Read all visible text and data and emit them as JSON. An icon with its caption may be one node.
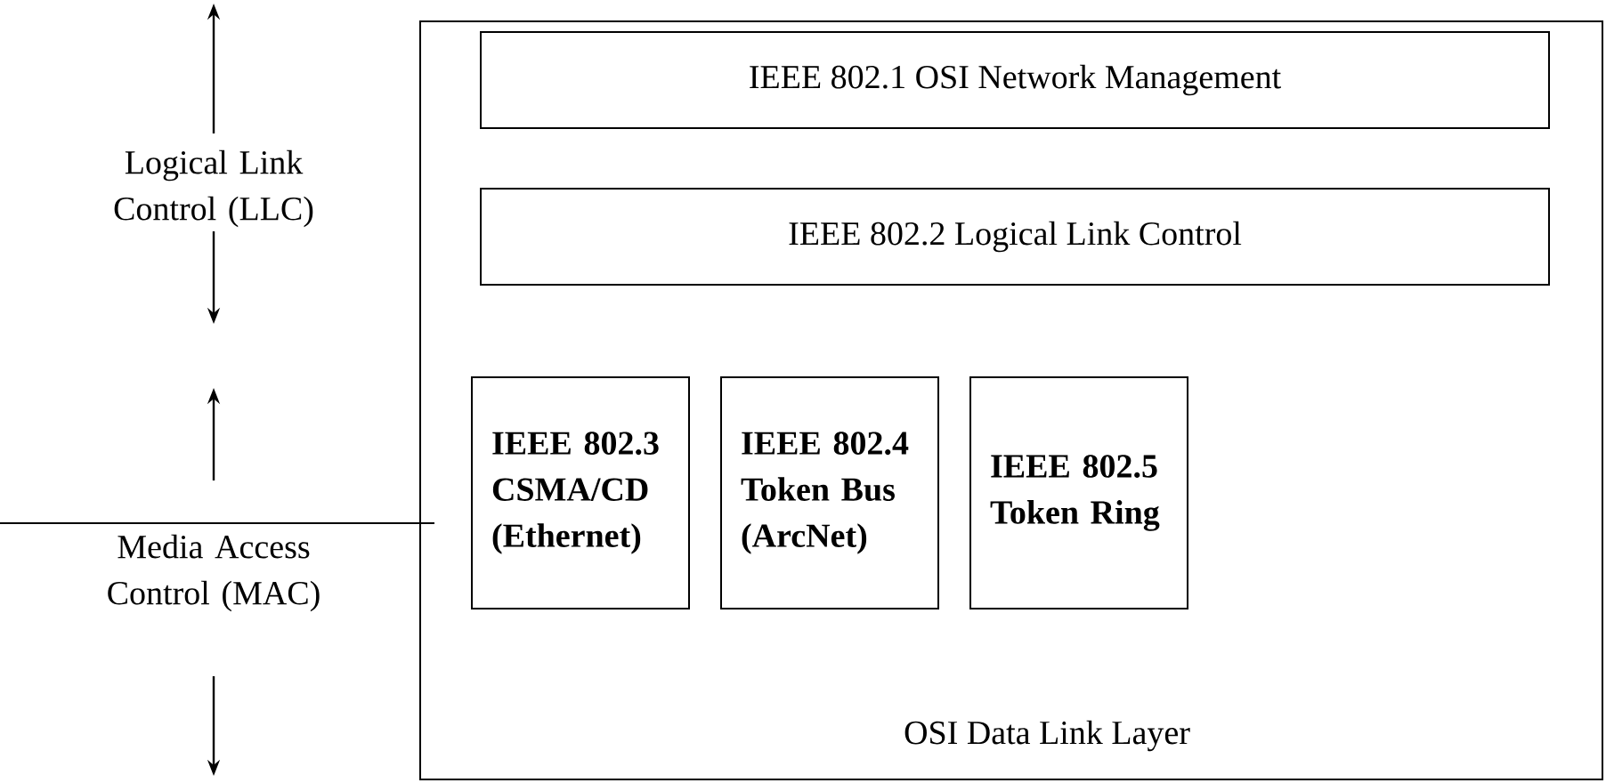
{
  "diagram": {
    "nodes": [
      {
        "text": [
          "OSI Data Link Layer"
        ]
      },
      {
        "text": [
          "IEEE 802.1 OSI Network Management"
        ],
        "in": 0
      },
      {
        "text": [
          "IEEE 802.2 Logical Link Control"
        ],
        "in": 0
      },
      {
        "text": [
          "IEEE 802.3 CSMA/CD (Ethernet)"
        ],
        "in": 0
      },
      {
        "text": [
          "IEEE 802.4 Token Bus (ArcNet)"
        ],
        "in": 0
      },
      {
        "text": [
          "IEEE 802.5 Token Ring"
        ],
        "in": 0
      }
    ],
    "labels": [
      "Logical Link Control (LLC)",
      "Media Access Control (MAC)"
    ]
  }
}
